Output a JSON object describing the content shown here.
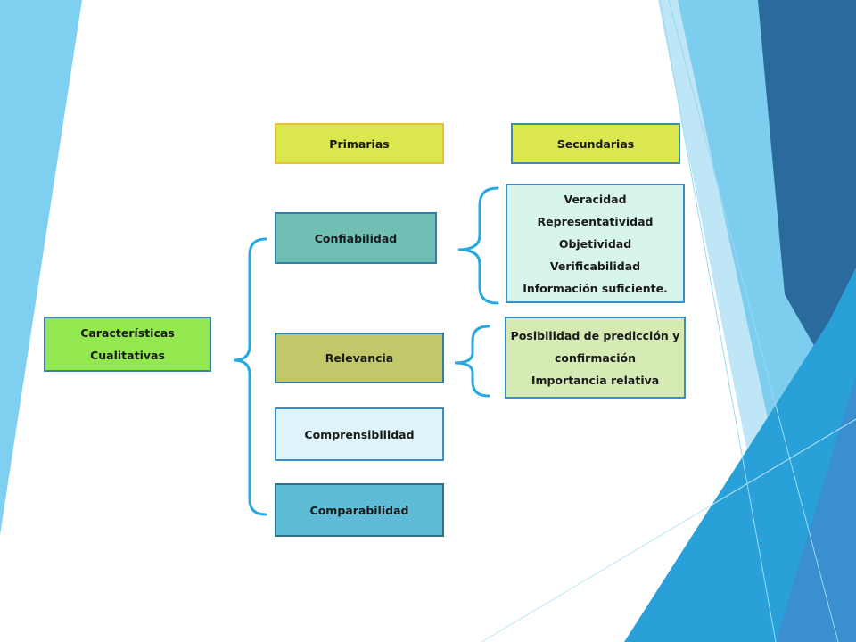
{
  "diagram": {
    "root": {
      "lines": [
        "Características",
        "Cualitativas"
      ]
    },
    "headers": {
      "primarias": "Primarias",
      "secundarias": "Secundarias"
    },
    "primary": [
      {
        "label": "Confiabilidad"
      },
      {
        "label": "Relevancia"
      },
      {
        "label": "Comprensibilidad"
      },
      {
        "label": "Comparabilidad"
      }
    ],
    "secondary_confiabilidad": [
      "Veracidad",
      "Representatividad",
      "Objetividad",
      "Verificabilidad",
      "Información suficiente."
    ],
    "secondary_relevancia": [
      "Posibilidad de predicción y",
      "confirmación",
      "Importancia relativa"
    ]
  },
  "colors": {
    "bracket": "#29a8e0",
    "bg_light_blue": "#7fd0f0",
    "bg_dark_blue": "#2a6a9c",
    "bg_mid_blue": "#2aa0d8"
  }
}
